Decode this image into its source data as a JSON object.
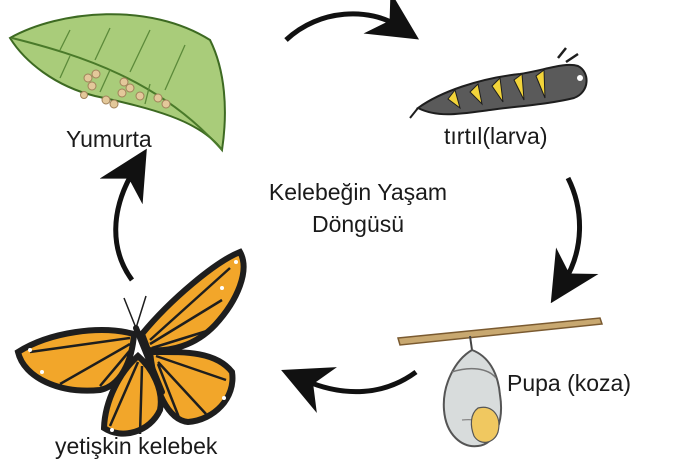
{
  "title": {
    "line1": "Kelebeğin  Yaşam",
    "line2": "Döngüsü"
  },
  "stages": {
    "egg": "Yumurta",
    "larva": "tırtıl(larva)",
    "pupa": "Pupa (koza)",
    "adult": "yetişkin kelebek"
  },
  "colors": {
    "leaf": "#a9cc7a",
    "leaf_dark": "#4a7a2a",
    "egg": "#e3c89a",
    "caterpillar": "#5a5a5a",
    "caterpillar_stripe": "#f2d43a",
    "chrysalis": "#d8dcdc",
    "wing_orange": "#f2a62a",
    "wing_black": "#1e1e1e",
    "arrow": "#111111"
  }
}
